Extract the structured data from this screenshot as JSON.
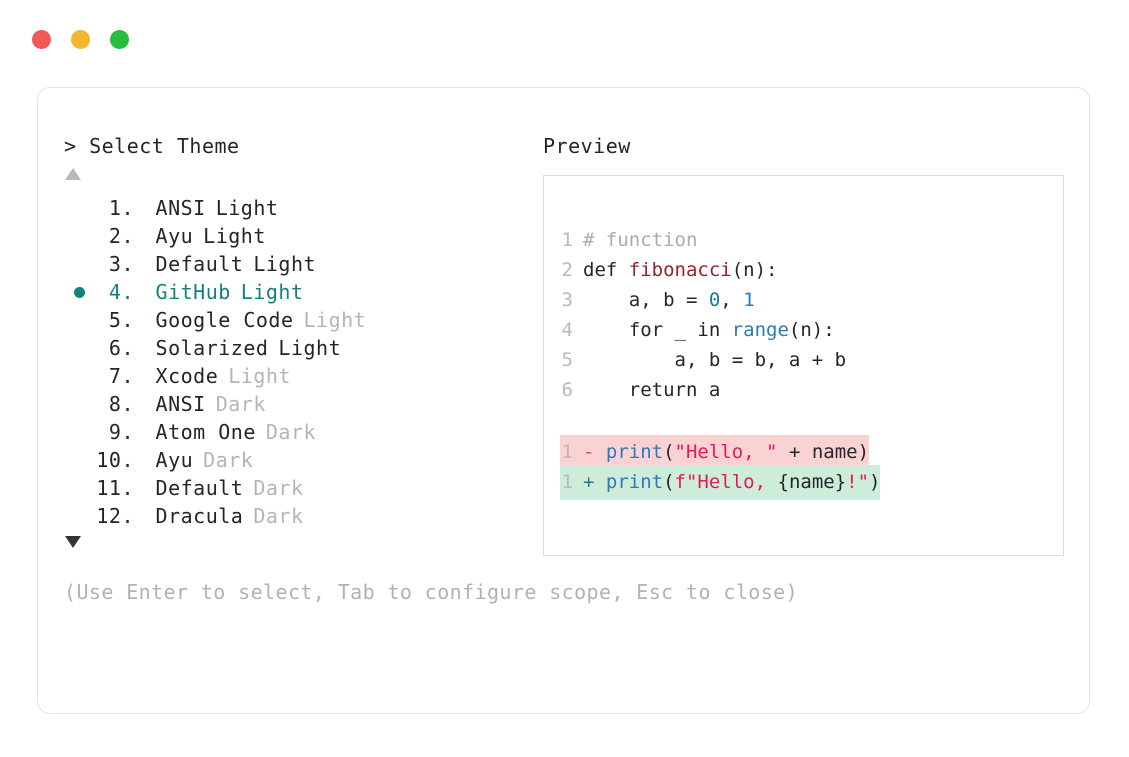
{
  "window": {
    "traffic_lights": [
      {
        "name": "close",
        "color": "#f15b56"
      },
      {
        "name": "minimize",
        "color": "#f5b730"
      },
      {
        "name": "maximize",
        "color": "#27bd3c"
      }
    ]
  },
  "left": {
    "prompt": "> Select Theme",
    "scroll_up_icon": "triangle-up-icon",
    "scroll_down_icon": "triangle-down-icon",
    "selected_index": 4,
    "items": [
      {
        "num": "1.",
        "name": "ANSI",
        "variant": "Light",
        "dim": false,
        "selected": false
      },
      {
        "num": "2.",
        "name": "Ayu",
        "variant": "Light",
        "dim": false,
        "selected": false
      },
      {
        "num": "3.",
        "name": "Default",
        "variant": "Light",
        "dim": false,
        "selected": false
      },
      {
        "num": "4.",
        "name": "GitHub",
        "variant": "Light",
        "dim": false,
        "selected": true
      },
      {
        "num": "5.",
        "name": "Google Code",
        "variant": "Light",
        "dim": true,
        "selected": false
      },
      {
        "num": "6.",
        "name": "Solarized",
        "variant": "Light",
        "dim": false,
        "selected": false
      },
      {
        "num": "7.",
        "name": "Xcode",
        "variant": "Light",
        "dim": true,
        "selected": false
      },
      {
        "num": "8.",
        "name": "ANSI",
        "variant": "Dark",
        "dim": true,
        "selected": false
      },
      {
        "num": "9.",
        "name": "Atom One",
        "variant": "Dark",
        "dim": true,
        "selected": false
      },
      {
        "num": "10.",
        "name": "Ayu",
        "variant": "Dark",
        "dim": true,
        "selected": false
      },
      {
        "num": "11.",
        "name": "Default",
        "variant": "Dark",
        "dim": true,
        "selected": false
      },
      {
        "num": "12.",
        "name": "Dracula",
        "variant": "Dark",
        "dim": true,
        "selected": false
      }
    ],
    "hint": "(Use Enter to select, Tab to configure scope, Esc to close)"
  },
  "preview": {
    "label": "Preview",
    "lines": [
      {
        "n": "1",
        "tokens": [
          {
            "t": "# function",
            "c": "comment"
          }
        ]
      },
      {
        "n": "2",
        "tokens": [
          {
            "t": "def ",
            "c": "kw"
          },
          {
            "t": "fibonacci",
            "c": "fn"
          },
          {
            "t": "(n):",
            "c": "plain"
          }
        ]
      },
      {
        "n": "3",
        "tokens": [
          {
            "t": "    a, b = ",
            "c": "plain"
          },
          {
            "t": "0",
            "c": "num"
          },
          {
            "t": ", ",
            "c": "plain"
          },
          {
            "t": "1",
            "c": "num2"
          }
        ]
      },
      {
        "n": "4",
        "tokens": [
          {
            "t": "    for _ in ",
            "c": "plain"
          },
          {
            "t": "range",
            "c": "builtin"
          },
          {
            "t": "(n):",
            "c": "plain"
          }
        ]
      },
      {
        "n": "5",
        "tokens": [
          {
            "t": "        a, b = b, a + b",
            "c": "plain"
          }
        ]
      },
      {
        "n": "6",
        "tokens": [
          {
            "t": "    return a",
            "c": "plain"
          }
        ]
      }
    ],
    "diff": [
      {
        "n": "1",
        "kind": "del",
        "marker": "-",
        "tokens": [
          {
            "t": "print",
            "c": "builtin"
          },
          {
            "t": "(",
            "c": "plain"
          },
          {
            "t": "\"Hello, \"",
            "c": "str"
          },
          {
            "t": " + name)",
            "c": "plain"
          }
        ]
      },
      {
        "n": "1",
        "kind": "add",
        "marker": "+",
        "tokens": [
          {
            "t": "print",
            "c": "builtin"
          },
          {
            "t": "(",
            "c": "plain"
          },
          {
            "t": "f\"Hello, ",
            "c": "str"
          },
          {
            "t": "{name}",
            "c": "plain"
          },
          {
            "t": "!\"",
            "c": "str"
          },
          {
            "t": ")",
            "c": "plain"
          }
        ]
      }
    ]
  },
  "colors": {
    "accent_teal": "#16807e",
    "diff_del_bg": "#fbd2d4",
    "diff_add_bg": "#cdedda",
    "text": "#22262b",
    "dim_text": "#b3b5b8",
    "border": "#e4e4e4"
  }
}
